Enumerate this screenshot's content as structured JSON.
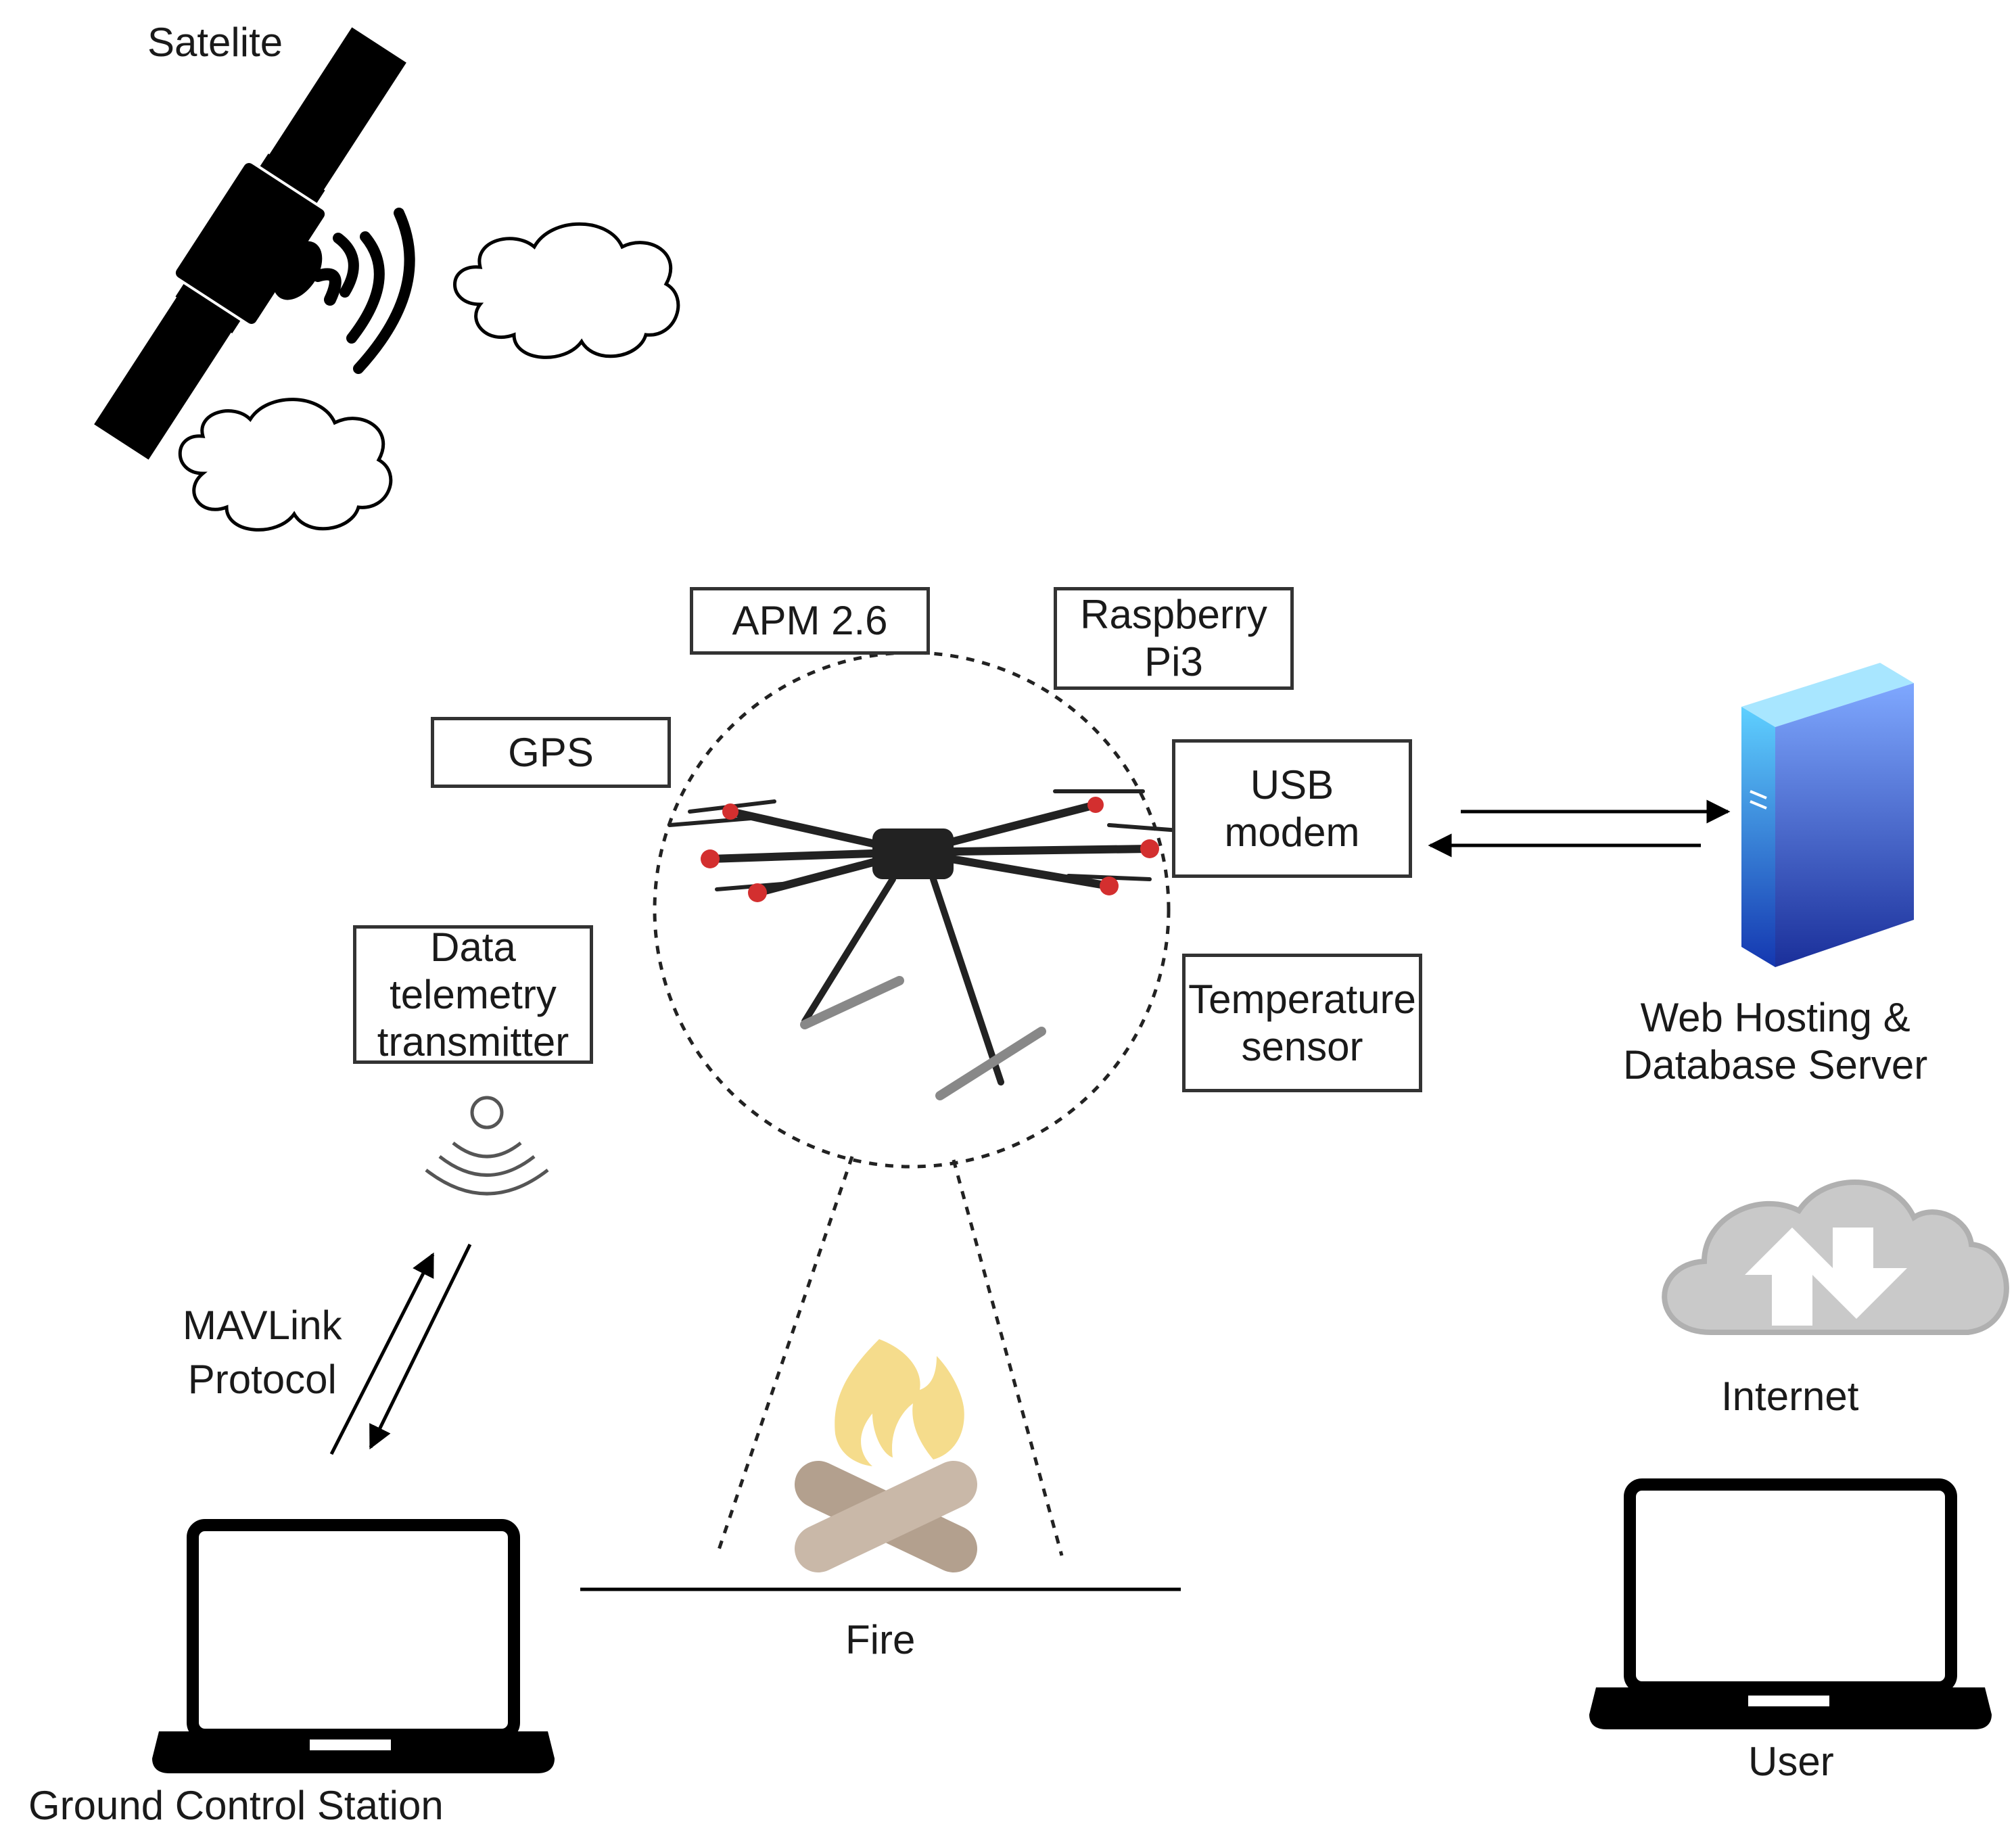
{
  "labels": {
    "satellite": "Satelite",
    "web_server": "Web Hosting &\nDatabase Server",
    "internet": "Internet",
    "user": "User",
    "fire": "Fire",
    "protocol": "MAVLink\nProtocol",
    "ground_station": "Ground Control Station"
  },
  "components": {
    "apm": "APM 2.6",
    "raspberry": "Raspberry\nPi3",
    "gps": "GPS",
    "usb_modem": "USB\nmodem",
    "telemetry": "Data\ntelemetry\ntransmitter",
    "temperature": "Temperature\nsensor"
  },
  "colors": {
    "stroke": "#000000",
    "server_light": "#4fc3f7",
    "server_dark": "#1a3fb8",
    "cloud": "#c9c9c9",
    "flame": "#f5dc8c",
    "logs": "#b3a08e"
  },
  "icons": [
    "satellite-icon",
    "cloud-icon",
    "drone-icon",
    "server-icon",
    "internet-cloud-icon",
    "wifi-icon",
    "laptop-icon",
    "campfire-icon"
  ]
}
